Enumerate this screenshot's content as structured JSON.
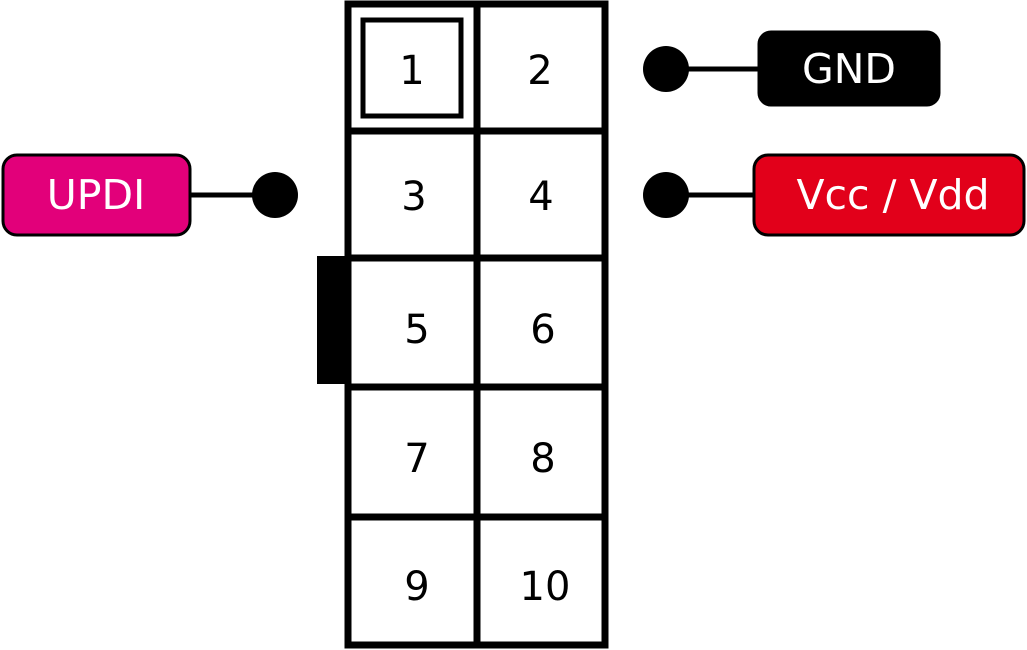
{
  "header": {
    "pins": [
      {
        "number": "1",
        "key": true
      },
      {
        "number": "2"
      },
      {
        "number": "3"
      },
      {
        "number": "4"
      },
      {
        "number": "5"
      },
      {
        "number": "6"
      },
      {
        "number": "7"
      },
      {
        "number": "8"
      },
      {
        "number": "9"
      },
      {
        "number": "10"
      }
    ]
  },
  "labels": {
    "gnd": {
      "text": "GND",
      "pin": "2",
      "color": "#000000"
    },
    "updi": {
      "text": "UPDI",
      "pin": "3",
      "color": "#e2007a"
    },
    "vcc": {
      "text": "Vcc / Vdd",
      "pin": "4",
      "color": "#e2001a"
    }
  }
}
